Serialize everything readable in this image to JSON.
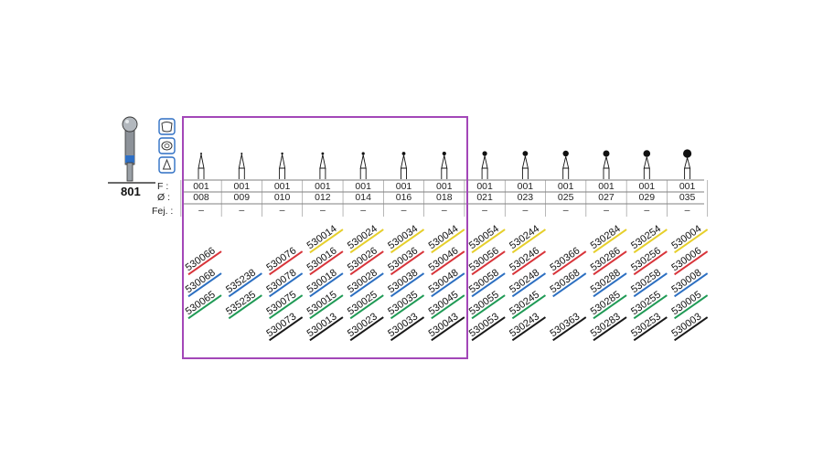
{
  "product": {
    "model_number": "801",
    "shank_band_color": "#2e6fc4",
    "selection_frame_color": "#a347b8",
    "application_icons": [
      "tooth-crown-icon",
      "molar-occlusal-icon",
      "cone-tip-icon"
    ]
  },
  "table": {
    "row_labels": {
      "f": "F :",
      "diameter": "Ø :",
      "fej": "Fej. :"
    },
    "colors": {
      "yellow": "#e6cf2b",
      "red": "#d8343a",
      "blue": "#2c6fc1",
      "green": "#1f9a55",
      "black": "#1a1a1a"
    },
    "columns": [
      {
        "f": "001",
        "d": "008",
        "fej": "–",
        "head": 1,
        "codes": [
          {
            "code": "530066",
            "color": "red",
            "slot": 1
          },
          {
            "code": "530068",
            "color": "blue",
            "slot": 2
          },
          {
            "code": "530065",
            "color": "green",
            "slot": 3
          }
        ]
      },
      {
        "f": "001",
        "d": "009",
        "fej": "–",
        "head": 1,
        "codes": [
          {
            "code": "535238",
            "color": "blue",
            "slot": 2
          },
          {
            "code": "535235",
            "color": "green",
            "slot": 3
          }
        ]
      },
      {
        "f": "001",
        "d": "010",
        "fej": "–",
        "head": 1.2,
        "codes": [
          {
            "code": "530076",
            "color": "red",
            "slot": 1
          },
          {
            "code": "530078",
            "color": "blue",
            "slot": 2
          },
          {
            "code": "530075",
            "color": "green",
            "slot": 3
          },
          {
            "code": "530073",
            "color": "black",
            "slot": 4
          }
        ]
      },
      {
        "f": "001",
        "d": "012",
        "fej": "–",
        "head": 1.4,
        "codes": [
          {
            "code": "530014",
            "color": "yellow",
            "slot": 0
          },
          {
            "code": "530016",
            "color": "red",
            "slot": 1
          },
          {
            "code": "530018",
            "color": "blue",
            "slot": 2
          },
          {
            "code": "530015",
            "color": "green",
            "slot": 3
          },
          {
            "code": "530013",
            "color": "black",
            "slot": 4
          }
        ]
      },
      {
        "f": "001",
        "d": "014",
        "fej": "–",
        "head": 1.6,
        "codes": [
          {
            "code": "530024",
            "color": "yellow",
            "slot": 0
          },
          {
            "code": "530026",
            "color": "red",
            "slot": 1
          },
          {
            "code": "530028",
            "color": "blue",
            "slot": 2
          },
          {
            "code": "530025",
            "color": "green",
            "slot": 3
          },
          {
            "code": "530023",
            "color": "black",
            "slot": 4
          }
        ]
      },
      {
        "f": "001",
        "d": "016",
        "fej": "–",
        "head": 1.9,
        "codes": [
          {
            "code": "530034",
            "color": "yellow",
            "slot": 0
          },
          {
            "code": "530036",
            "color": "red",
            "slot": 1
          },
          {
            "code": "530038",
            "color": "blue",
            "slot": 2
          },
          {
            "code": "530035",
            "color": "green",
            "slot": 3
          },
          {
            "code": "530033",
            "color": "black",
            "slot": 4
          }
        ]
      },
      {
        "f": "001",
        "d": "018",
        "fej": "–",
        "head": 2.1,
        "codes": [
          {
            "code": "530044",
            "color": "yellow",
            "slot": 0
          },
          {
            "code": "530046",
            "color": "red",
            "slot": 1
          },
          {
            "code": "530048",
            "color": "blue",
            "slot": 2
          },
          {
            "code": "530045",
            "color": "green",
            "slot": 3
          },
          {
            "code": "530043",
            "color": "black",
            "slot": 4
          }
        ]
      },
      {
        "f": "001",
        "d": "021",
        "fej": "–",
        "head": 2.6,
        "codes": [
          {
            "code": "530054",
            "color": "yellow",
            "slot": 0
          },
          {
            "code": "530056",
            "color": "red",
            "slot": 1
          },
          {
            "code": "530058",
            "color": "blue",
            "slot": 2
          },
          {
            "code": "530055",
            "color": "green",
            "slot": 3
          },
          {
            "code": "530053",
            "color": "black",
            "slot": 4
          }
        ]
      },
      {
        "f": "001",
        "d": "023",
        "fej": "–",
        "head": 2.9,
        "codes": [
          {
            "code": "530244",
            "color": "yellow",
            "slot": 0
          },
          {
            "code": "530246",
            "color": "red",
            "slot": 1
          },
          {
            "code": "530248",
            "color": "blue",
            "slot": 2
          },
          {
            "code": "530245",
            "color": "green",
            "slot": 3
          },
          {
            "code": "530243",
            "color": "black",
            "slot": 4
          }
        ]
      },
      {
        "f": "001",
        "d": "025",
        "fej": "–",
        "head": 3.2,
        "codes": [
          {
            "code": "530366",
            "color": "red",
            "slot": 1
          },
          {
            "code": "530368",
            "color": "blue",
            "slot": 2
          },
          {
            "code": "530363",
            "color": "black",
            "slot": 4
          }
        ]
      },
      {
        "f": "001",
        "d": "027",
        "fej": "–",
        "head": 3.5,
        "codes": [
          {
            "code": "530284",
            "color": "yellow",
            "slot": 0
          },
          {
            "code": "530286",
            "color": "red",
            "slot": 1
          },
          {
            "code": "530288",
            "color": "blue",
            "slot": 2
          },
          {
            "code": "530285",
            "color": "green",
            "slot": 3
          },
          {
            "code": "530283",
            "color": "black",
            "slot": 4
          }
        ]
      },
      {
        "f": "001",
        "d": "029",
        "fej": "–",
        "head": 3.8,
        "codes": [
          {
            "code": "530254",
            "color": "yellow",
            "slot": 0
          },
          {
            "code": "530256",
            "color": "red",
            "slot": 1
          },
          {
            "code": "530258",
            "color": "blue",
            "slot": 2
          },
          {
            "code": "530255",
            "color": "green",
            "slot": 3
          },
          {
            "code": "530253",
            "color": "black",
            "slot": 4
          }
        ]
      },
      {
        "f": "001",
        "d": "035",
        "fej": "–",
        "head": 4.6,
        "codes": [
          {
            "code": "530004",
            "color": "yellow",
            "slot": 0
          },
          {
            "code": "530006",
            "color": "red",
            "slot": 1
          },
          {
            "code": "530008",
            "color": "blue",
            "slot": 2
          },
          {
            "code": "530005",
            "color": "green",
            "slot": 3
          },
          {
            "code": "530003",
            "color": "black",
            "slot": 4
          }
        ]
      }
    ]
  }
}
